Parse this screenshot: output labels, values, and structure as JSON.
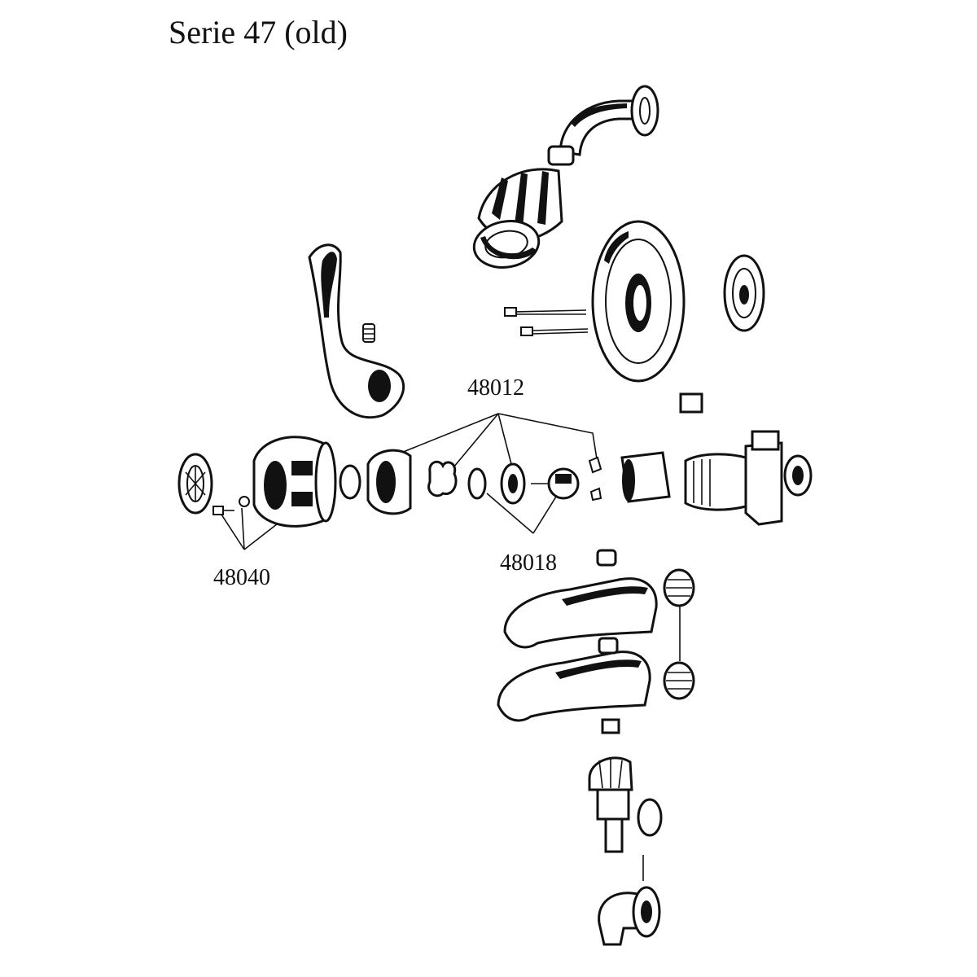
{
  "header": {
    "title": "Serie 47 (old)"
  },
  "callouts": [
    {
      "label": "48012"
    },
    {
      "label": "48018"
    },
    {
      "label": "48040"
    }
  ],
  "parts": [
    {
      "name": "shower-arm-icon"
    },
    {
      "name": "shower-head-icon"
    },
    {
      "name": "escutcheon-plate-icon"
    },
    {
      "name": "flange-icon"
    },
    {
      "name": "lever-handle-icon"
    },
    {
      "name": "valve-body-icon"
    },
    {
      "name": "tub-spout-icon"
    },
    {
      "name": "diverter-spout-icon"
    },
    {
      "name": "adapter-icon"
    },
    {
      "name": "wall-elbow-icon"
    }
  ]
}
